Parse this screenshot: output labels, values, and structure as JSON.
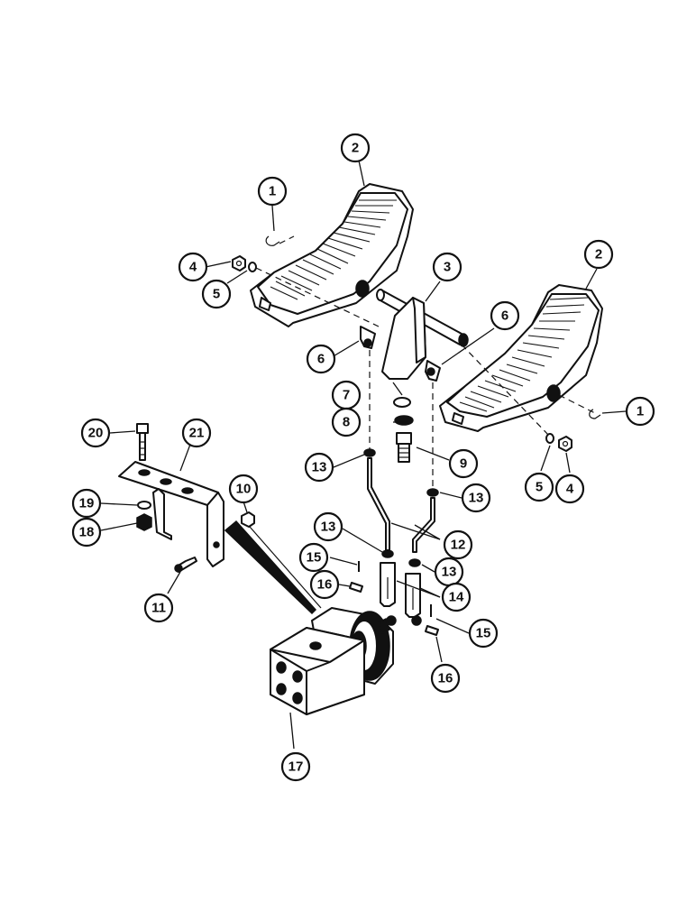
{
  "diagram": {
    "callouts": [
      {
        "id": "c1a",
        "label": "1"
      },
      {
        "id": "c1b",
        "label": "1"
      },
      {
        "id": "c2a",
        "label": "2"
      },
      {
        "id": "c2b",
        "label": "2"
      },
      {
        "id": "c3",
        "label": "3"
      },
      {
        "id": "c4a",
        "label": "4"
      },
      {
        "id": "c4b",
        "label": "4"
      },
      {
        "id": "c5a",
        "label": "5"
      },
      {
        "id": "c5b",
        "label": "5"
      },
      {
        "id": "c6a",
        "label": "6"
      },
      {
        "id": "c6b",
        "label": "6"
      },
      {
        "id": "c7",
        "label": "7"
      },
      {
        "id": "c8",
        "label": "8"
      },
      {
        "id": "c9",
        "label": "9"
      },
      {
        "id": "c10",
        "label": "10"
      },
      {
        "id": "c11",
        "label": "11"
      },
      {
        "id": "c12",
        "label": "12"
      },
      {
        "id": "c13a",
        "label": "13"
      },
      {
        "id": "c13b",
        "label": "13"
      },
      {
        "id": "c13c",
        "label": "13"
      },
      {
        "id": "c13d",
        "label": "13"
      },
      {
        "id": "c14",
        "label": "14"
      },
      {
        "id": "c15a",
        "label": "15"
      },
      {
        "id": "c15b",
        "label": "15"
      },
      {
        "id": "c16a",
        "label": "16"
      },
      {
        "id": "c16b",
        "label": "16"
      },
      {
        "id": "c17",
        "label": "17"
      },
      {
        "id": "c18",
        "label": "18"
      },
      {
        "id": "c19",
        "label": "19"
      },
      {
        "id": "c20",
        "label": "20"
      },
      {
        "id": "c21",
        "label": "21"
      }
    ],
    "parts": [
      "clip",
      "brake-pedal",
      "pedal-shaft-support",
      "nut",
      "washer",
      "ball-joint",
      "washer",
      "washer",
      "bolt",
      "nut",
      "bolt",
      "rod",
      "nut",
      "clevis",
      "pin",
      "pin",
      "brake-valve",
      "nut",
      "washer",
      "bolt",
      "bracket"
    ]
  }
}
